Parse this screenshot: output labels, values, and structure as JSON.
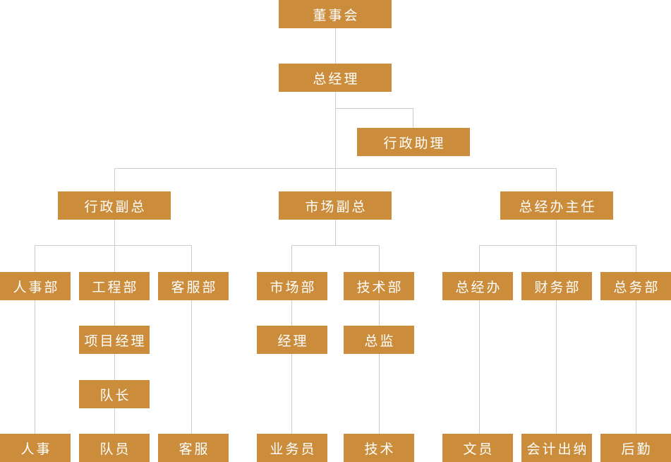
{
  "colors": {
    "box": "#cb8d3b",
    "line": "#cccccc",
    "text": "#ffffff"
  },
  "nodes": {
    "board": "董事会",
    "gm": "总经理",
    "admin_assistant": "行政助理",
    "admin_vp": "行政副总",
    "market_vp": "市场副总",
    "gm_office_director": "总经办主任",
    "hr_dept": "人事部",
    "eng_dept": "工程部",
    "cs_dept": "客服部",
    "market_dept": "市场部",
    "tech_dept": "技术部",
    "gm_office": "总经办",
    "finance_dept": "财务部",
    "general_affairs_dept": "总务部",
    "project_manager": "项目经理",
    "manager": "经理",
    "director": "总监",
    "team_leader": "队长",
    "hr_staff": "人事",
    "team_member": "队员",
    "cs_staff": "客服",
    "salesperson": "业务员",
    "tech_staff": "技术",
    "clerk": "文员",
    "accountant_cashier": "会计出纳",
    "logistics": "后勤"
  }
}
